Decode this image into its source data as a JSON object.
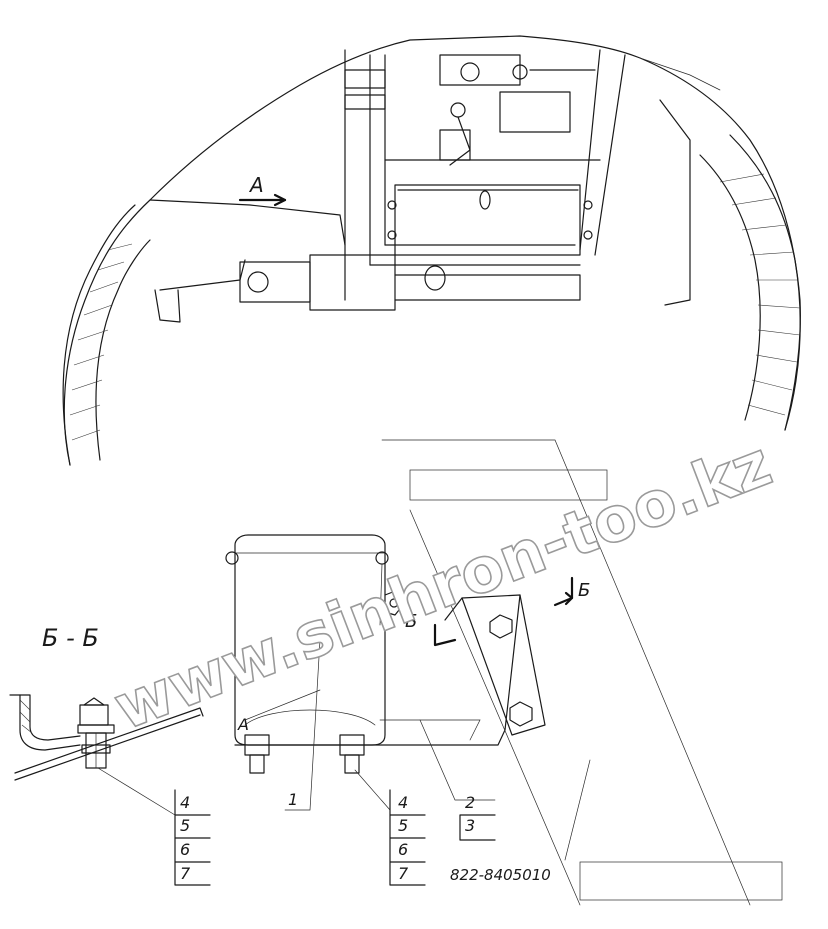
{
  "view_arrow_label": "А",
  "view_label": "А",
  "section_title": "Б - Б",
  "section_mark_left": "Б",
  "section_mark_right": "Б",
  "part_number": "822-8405010",
  "watermark": "www.sinhron-too.kz",
  "callouts": {
    "main_part": "1",
    "bracket_top": "2",
    "bracket_bottom": "3",
    "center_stack": [
      "4",
      "5",
      "6",
      "7"
    ],
    "left_stack": [
      "4",
      "5",
      "6",
      "7"
    ]
  }
}
